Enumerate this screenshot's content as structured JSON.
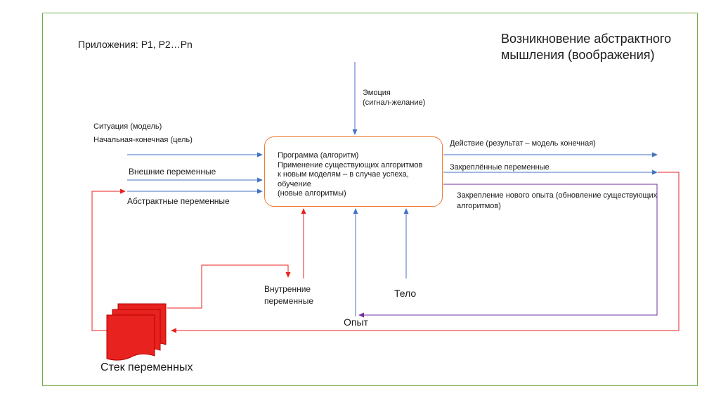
{
  "applications": "Приложения: P1, P2…Pn",
  "heading": {
    "line1": "Возникновение абстрактного",
    "line2": "мышления (воображения)"
  },
  "emotion": {
    "line1": "Эмоция",
    "line2": "(сигнал-желание)"
  },
  "inputs": {
    "situation": "Ситуация (модель)",
    "goal": "Начальная-конечная (цель)",
    "external": "Внешние переменные",
    "abstract": "Абстрактные переменные"
  },
  "program": {
    "line1": "Программа (алгоритм)",
    "line2": "Применение существующих  алгоритмов",
    "line3": "к новым моделям – в случае успеха, обучение",
    "line4": "(новые алгоритмы)"
  },
  "outputs": {
    "action": "Действие (результат – модель конечная)",
    "fixed": "Закреплённые переменные",
    "experience_line1": "Закрепление нового опыта (обновление существующих",
    "experience_line2": "алгоритмов)"
  },
  "internal": {
    "line1": "Внутренние",
    "line2": "переменные"
  },
  "body_label": "Тело",
  "experience": "Опыт",
  "stack": "Стек переменных",
  "colors": {
    "blue": "#4472c4",
    "red": "#e8221f",
    "purple": "#7030a0",
    "orange": "#ed7d31",
    "frame": "#70ad47"
  }
}
